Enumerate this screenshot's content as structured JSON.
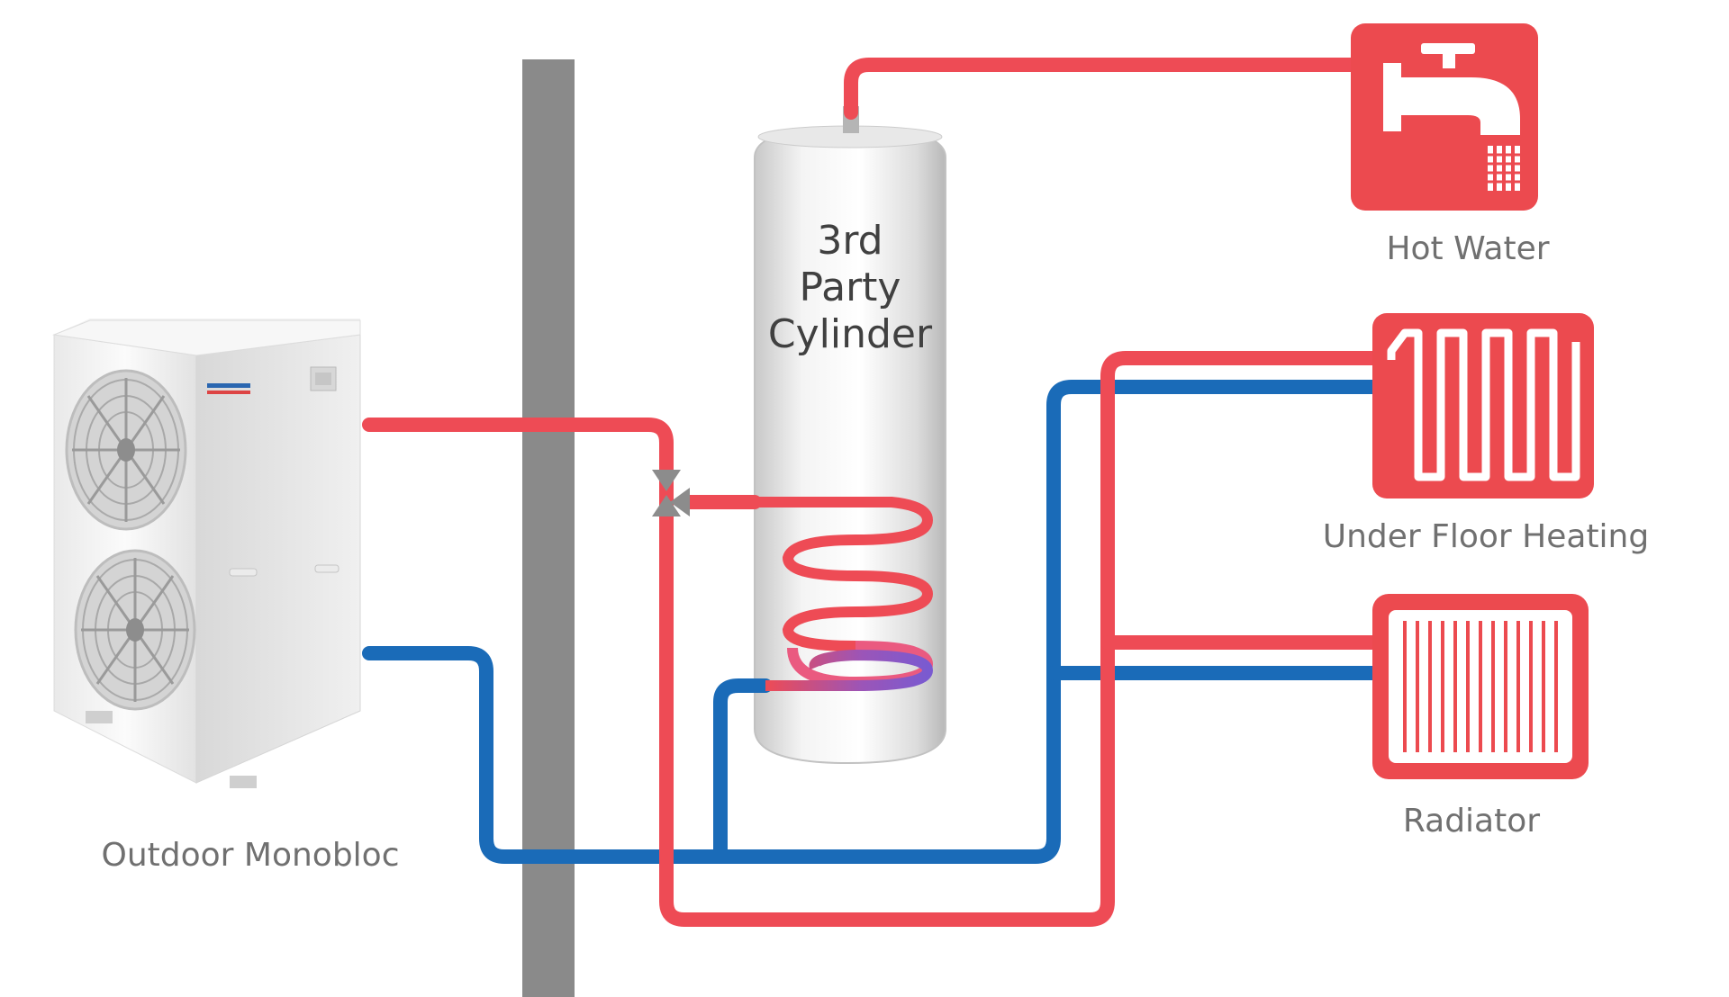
{
  "labels": {
    "outdoor_unit": "Outdoor Monobloc",
    "cylinder_line1": "3rd",
    "cylinder_line2": "Party",
    "cylinder_line3": "Cylinder",
    "hot_water": "Hot Water",
    "under_floor": "Under Floor Heating",
    "radiator": "Radiator"
  },
  "colors": {
    "hot_pipe": "#ee4b55",
    "cold_pipe": "#1a6bb8",
    "wall": "#8a8a8a",
    "icon_red": "#ec4a4f",
    "valve": "#8c8c8c"
  },
  "icons": {
    "hot_water": "tap-icon",
    "under_floor": "underfloor-heating-icon",
    "radiator": "radiator-icon",
    "outdoor_unit": "heat-pump-unit-icon",
    "valve": "three-way-valve-icon"
  }
}
